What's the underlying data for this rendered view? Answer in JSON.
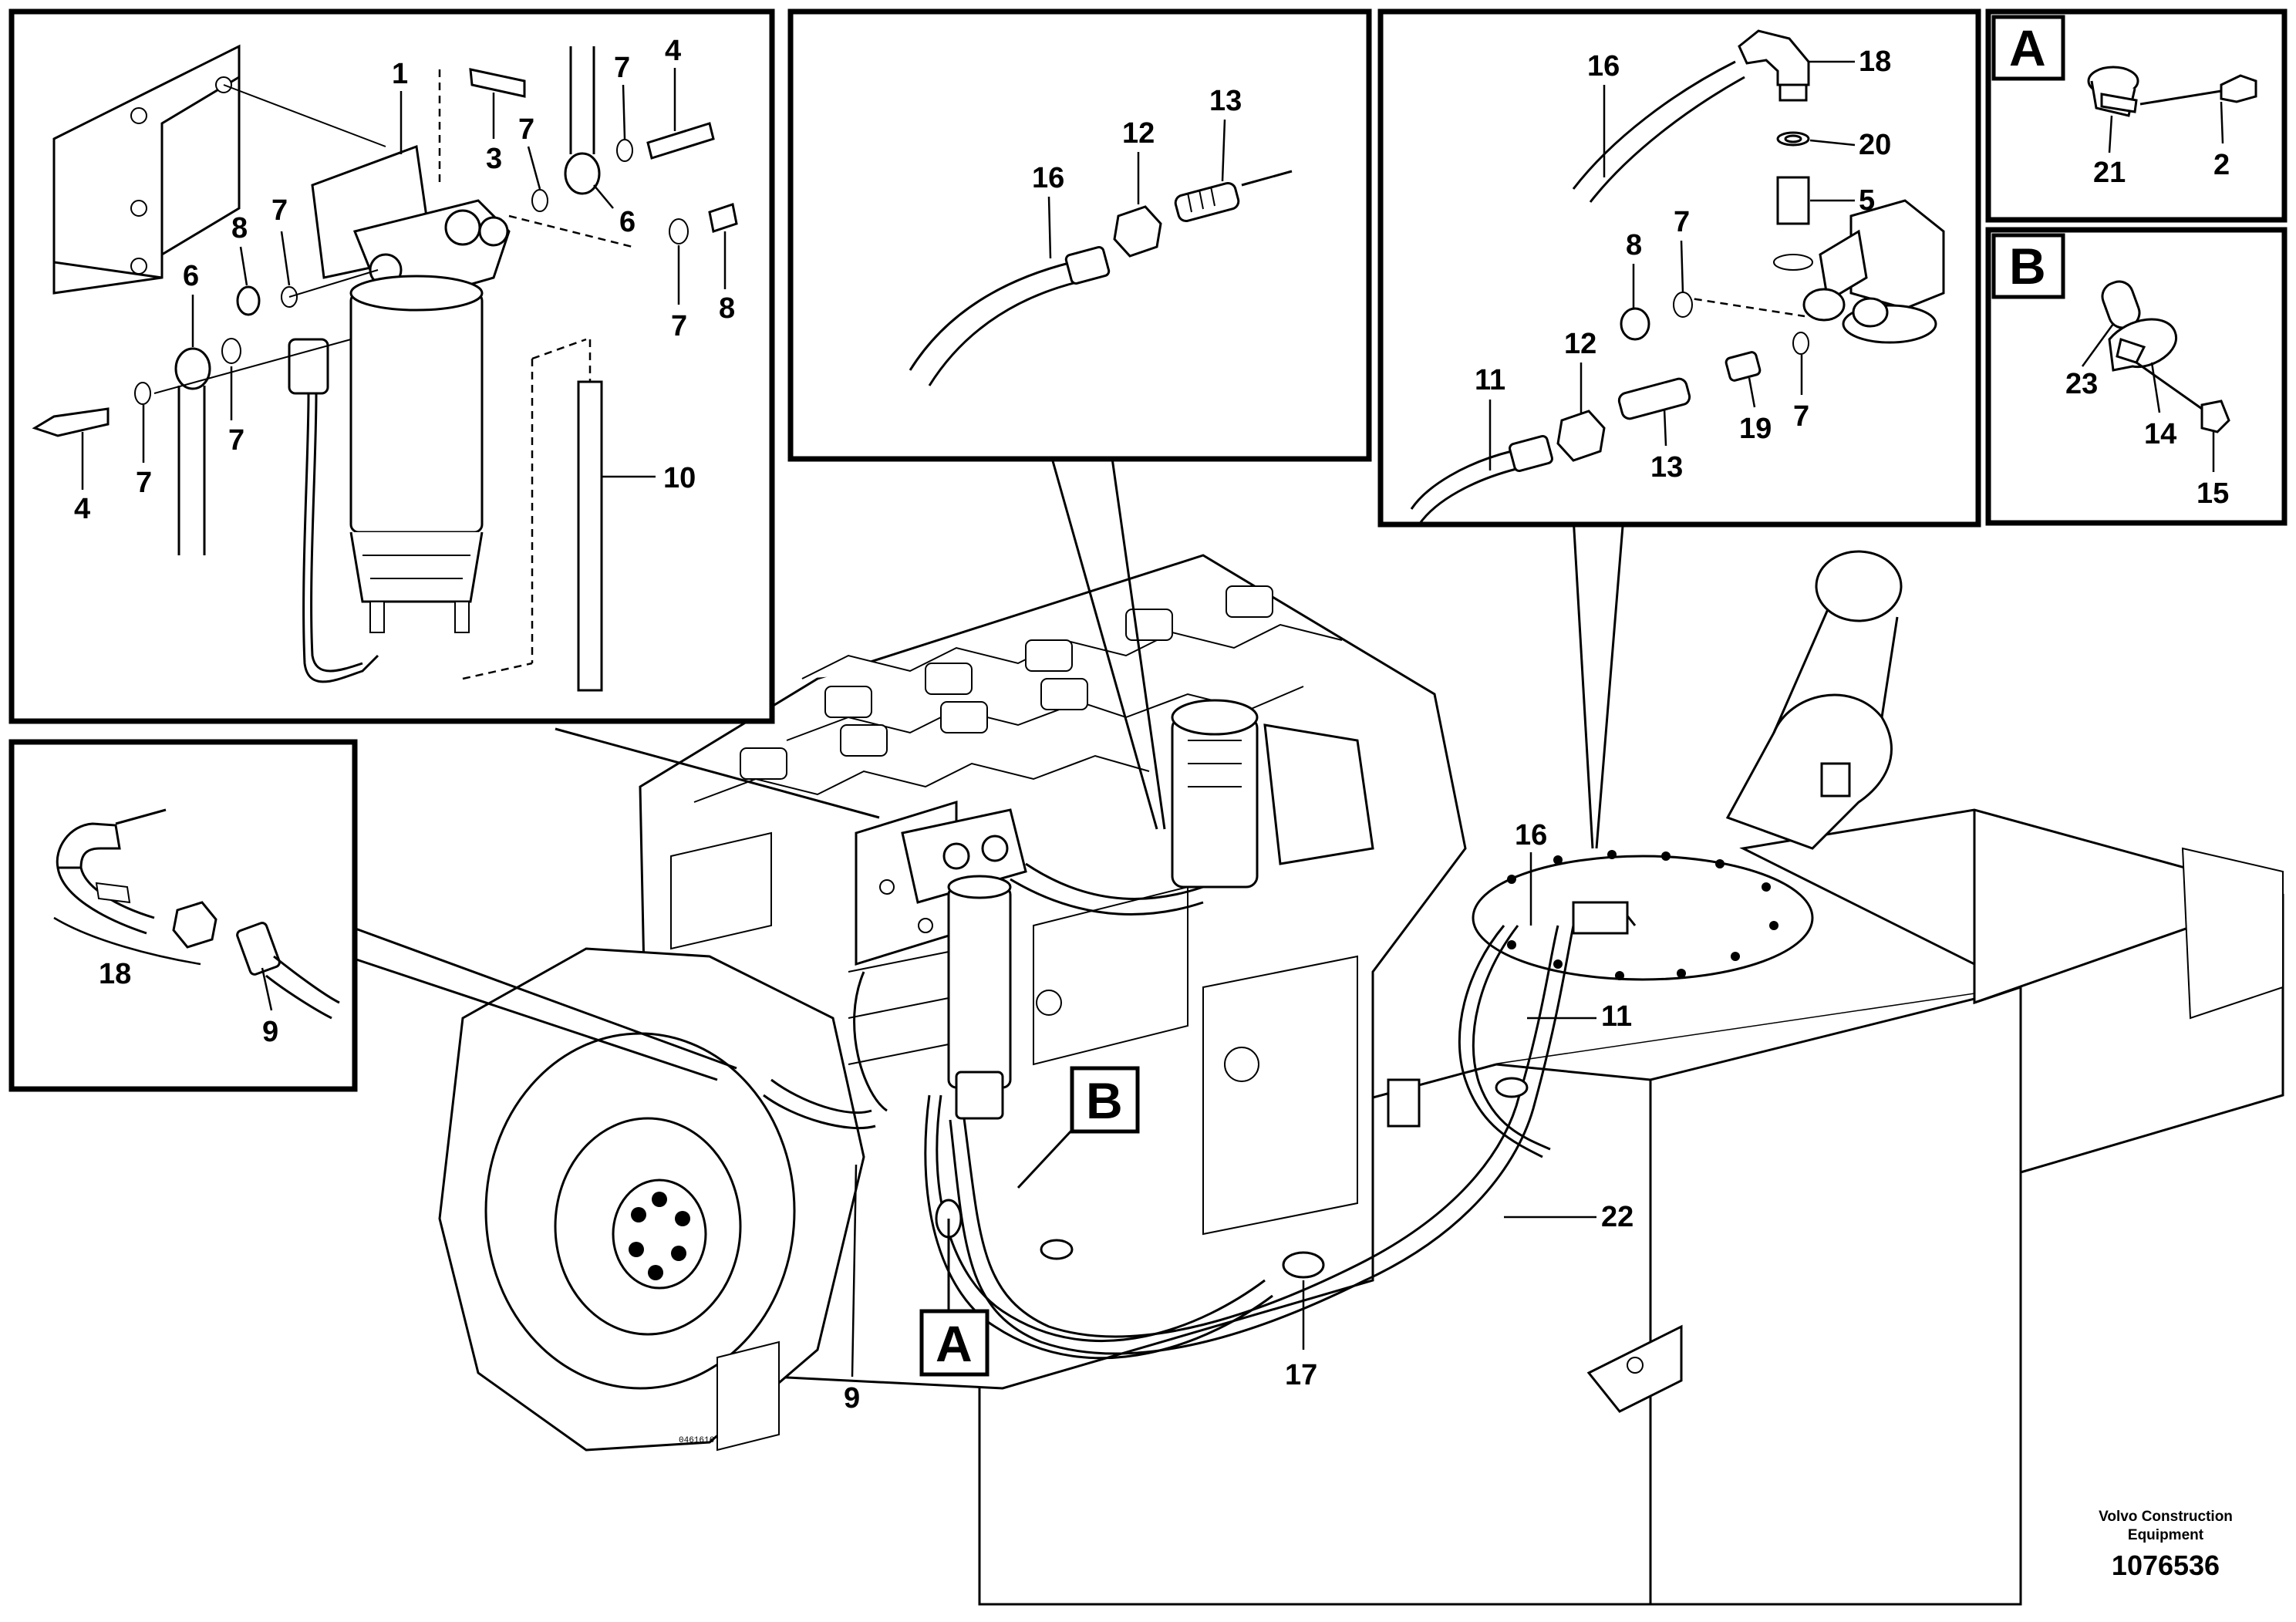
{
  "footer": {
    "company_line1": "Volvo Construction",
    "company_line2": "Equipment",
    "drawing_number": "1076536",
    "serial_mark": "0461616"
  },
  "detail_labels": {
    "a": "A",
    "b": "B"
  },
  "callouts": {
    "filter_box": {
      "c1": "1",
      "c3": "3",
      "c7a": "7",
      "c4a": "4",
      "c7b": "7",
      "c6a": "6",
      "c7c": "7",
      "c8a": "8",
      "c6b": "6",
      "c7d": "7",
      "c8b": "8",
      "c7e": "7",
      "c4b": "4",
      "c7f": "7",
      "c10": "10"
    },
    "fitting_box": {
      "c16": "16",
      "c12": "12",
      "c13": "13"
    },
    "tank_box": {
      "c16": "16",
      "c18": "18",
      "c20": "20",
      "c5": "5",
      "c8": "8",
      "c7a": "7",
      "c11": "11",
      "c12": "12",
      "c13": "13",
      "c19": "19",
      "c7b": "7"
    },
    "detail_a": {
      "c21": "21",
      "c2": "2"
    },
    "detail_b": {
      "c23": "23",
      "c14": "14",
      "c15": "15"
    },
    "elbow_box": {
      "c18": "18",
      "c9": "9"
    },
    "main": {
      "c16": "16",
      "c11": "11",
      "c22": "22",
      "c17": "17",
      "c9": "9"
    }
  }
}
